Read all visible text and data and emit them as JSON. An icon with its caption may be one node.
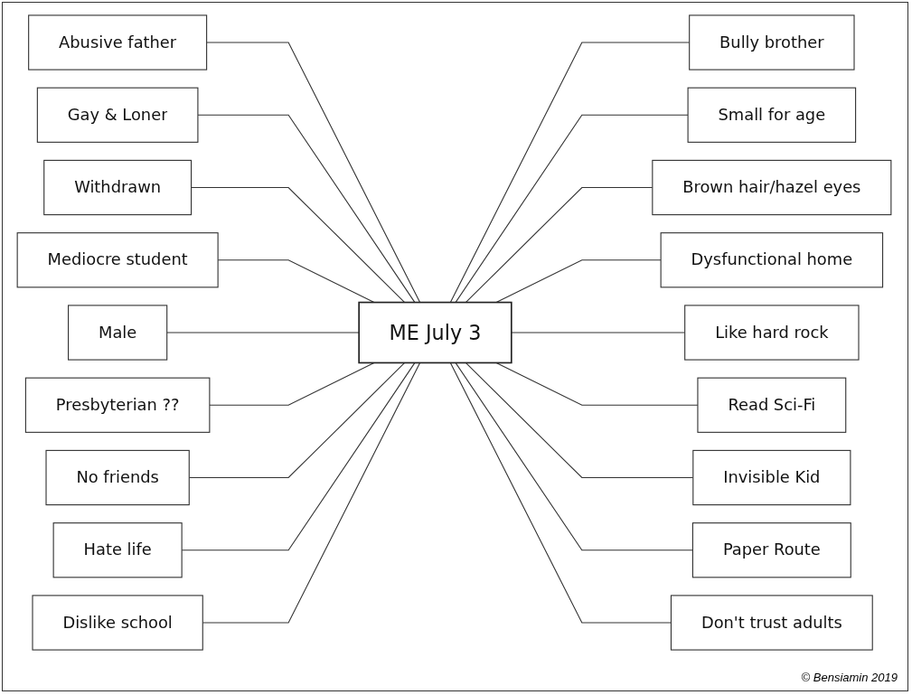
{
  "diagram": {
    "nodes": [
      {
        "text": [
          "ME July 3"
        ]
      },
      {
        "text": [
          "Abusive father"
        ]
      },
      {
        "text": [
          "Gay & Loner"
        ]
      },
      {
        "text": [
          "Withdrawn"
        ]
      },
      {
        "text": [
          "Mediocre student"
        ]
      },
      {
        "text": [
          "Male"
        ]
      },
      {
        "text": [
          "Presbyterian ??"
        ]
      },
      {
        "text": [
          "No friends"
        ]
      },
      {
        "text": [
          "Hate life"
        ]
      },
      {
        "text": [
          "Dislike school"
        ]
      },
      {
        "text": [
          "Bully brother"
        ]
      },
      {
        "text": [
          "Small for age"
        ]
      },
      {
        "text": [
          "Brown hair/hazel eyes"
        ]
      },
      {
        "text": [
          "Dysfunctional home"
        ]
      },
      {
        "text": [
          "Like hard rock"
        ]
      },
      {
        "text": [
          "Read Sci-Fi"
        ]
      },
      {
        "text": [
          "Invisible Kid"
        ]
      },
      {
        "text": [
          "Paper Route"
        ]
      },
      {
        "text": [
          "Don't trust adults"
        ]
      }
    ],
    "edges": [
      {
        "from": 1,
        "to": 0,
        "arrow": "none"
      },
      {
        "from": 2,
        "to": 0,
        "arrow": "none"
      },
      {
        "from": 3,
        "to": 0,
        "arrow": "none"
      },
      {
        "from": 4,
        "to": 0,
        "arrow": "none"
      },
      {
        "from": 5,
        "to": 0,
        "arrow": "none"
      },
      {
        "from": 6,
        "to": 0,
        "arrow": "none"
      },
      {
        "from": 7,
        "to": 0,
        "arrow": "none"
      },
      {
        "from": 8,
        "to": 0,
        "arrow": "none"
      },
      {
        "from": 9,
        "to": 0,
        "arrow": "none"
      },
      {
        "from": 0,
        "to": 10,
        "arrow": "none"
      },
      {
        "from": 0,
        "to": 11,
        "arrow": "none"
      },
      {
        "from": 0,
        "to": 12,
        "arrow": "none"
      },
      {
        "from": 0,
        "to": 13,
        "arrow": "none"
      },
      {
        "from": 0,
        "to": 14,
        "arrow": "none"
      },
      {
        "from": 0,
        "to": 15,
        "arrow": "none"
      },
      {
        "from": 0,
        "to": 16,
        "arrow": "none"
      },
      {
        "from": 0,
        "to": 17,
        "arrow": "none"
      },
      {
        "from": 0,
        "to": 18,
        "arrow": "none"
      }
    ],
    "labels": [
      "© Bensiamin 2019"
    ]
  }
}
